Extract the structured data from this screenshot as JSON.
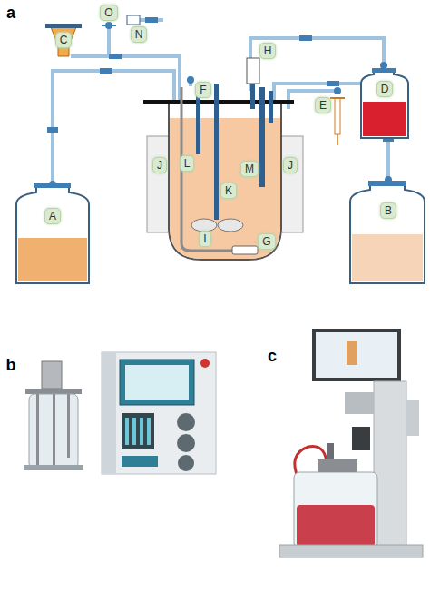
{
  "diagram": {
    "labels": [
      "a",
      "O",
      "N",
      "C",
      "H",
      "F",
      "E",
      "D",
      "L",
      "M",
      "J",
      "J",
      "K",
      "A",
      "B",
      "I",
      "G",
      "b",
      "c"
    ]
  }
}
